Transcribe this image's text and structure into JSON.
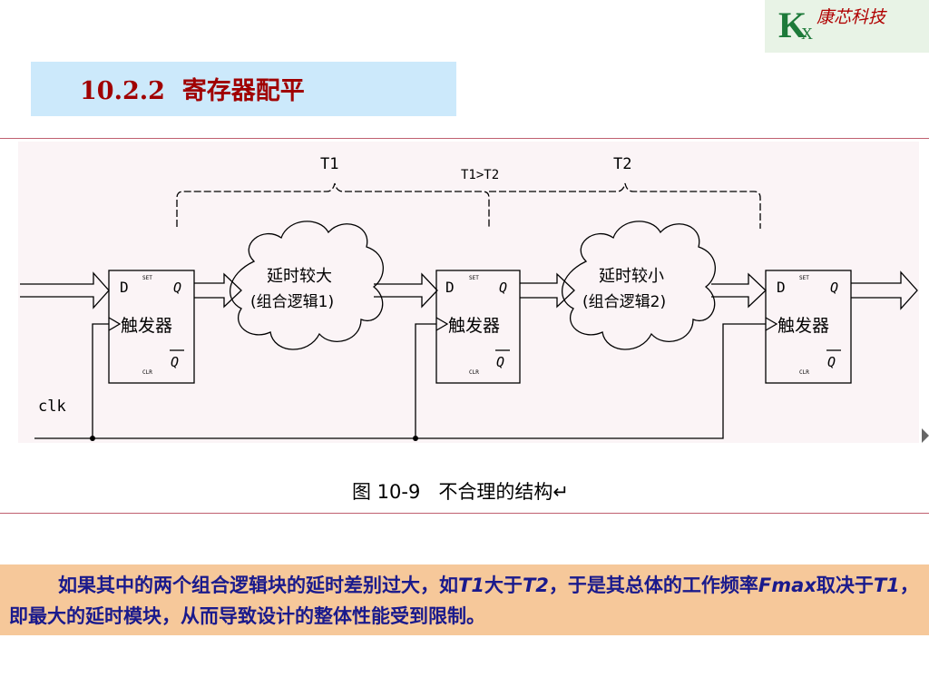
{
  "logo": {
    "k": "K",
    "x": "X",
    "company": "康芯科技"
  },
  "title": "10.2.2  寄存器配平",
  "diagram": {
    "timing": {
      "t1": "T1",
      "compare": "T1>T2",
      "t2": "T2"
    },
    "clouds": [
      {
        "line1": "延时较大",
        "line2": "(组合逻辑1)"
      },
      {
        "line1": "延时较小",
        "line2": "(组合逻辑2)"
      }
    ],
    "flipflop": {
      "d": "D",
      "q": "Q",
      "qbar": "Q",
      "set": "SET",
      "clr": "CLR",
      "label": "触发器"
    },
    "clk_label": "clk"
  },
  "caption": "图 10-9   不合理的结构↵",
  "paragraph": {
    "p1": "如果其中的两个组合逻辑块的延时差别过大，如",
    "t1": "T1",
    "p2": "大于",
    "t2": "T2",
    "p3": "，于是其总体的工作频率",
    "fmax": "Fmax",
    "p4": "取决于",
    "t1b": "T1",
    "p5": "，即最大的延时模块，从而导致设计的整体性能受到限制。"
  }
}
